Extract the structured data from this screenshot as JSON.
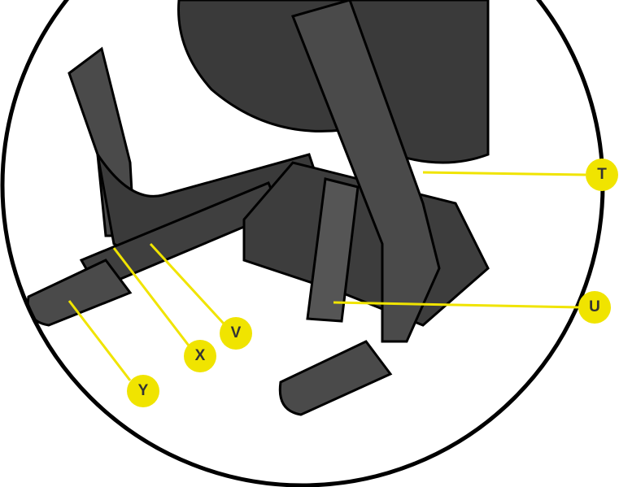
{
  "callouts": {
    "T": "T",
    "U": "U",
    "V": "V",
    "X": "X",
    "Y": "Y"
  },
  "colors": {
    "callout": "#f0e400",
    "part": "#4a4a4a",
    "part_dark": "#2e2e2e",
    "outline": "#000000"
  }
}
